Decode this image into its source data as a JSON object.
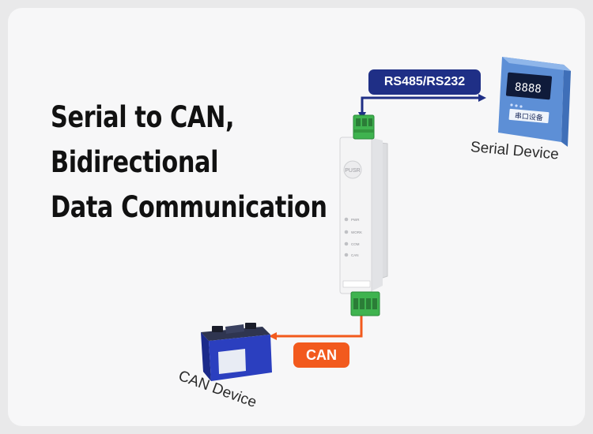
{
  "headline": {
    "line1": "Serial to CAN,",
    "line2": "Bidirectional",
    "line3": "Data Communication"
  },
  "labels": {
    "rs_protocol": "RS485/RS232",
    "can_protocol": "CAN",
    "serial_device": "Serial Device",
    "can_device": "CAN Device"
  },
  "device": {
    "brand_badge": "PUSR",
    "indicator_labels": [
      "PWR",
      "WORK",
      "COM",
      "CAN"
    ],
    "serial_display": "8888",
    "serial_badge": "串口设备"
  },
  "colors": {
    "serial_accent": "#1f2f86",
    "can_accent": "#f25a1d",
    "terminal_green": "#3fb34f"
  },
  "icons": [
    "arrow-right-icon",
    "arrow-left-icon",
    "arrow-up-icon",
    "battery-icon",
    "serial-meter-icon"
  ]
}
